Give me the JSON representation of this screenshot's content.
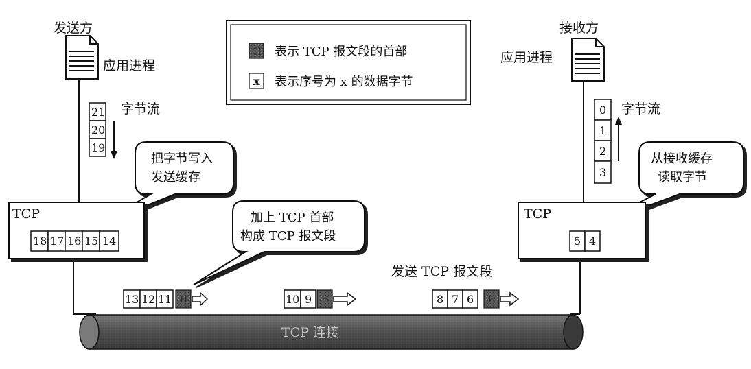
{
  "sender": {
    "title": "发送方",
    "process_label": "应用进程",
    "stream_label": "字节流",
    "stream_bytes": [
      "21",
      "20",
      "19"
    ],
    "bubble_lines": [
      "把字节写入",
      "发送缓存"
    ],
    "tcp_label": "TCP",
    "buffer_bytes": [
      "18",
      "17",
      "16",
      "15",
      "14"
    ]
  },
  "receiver": {
    "title": "接收方",
    "process_label": "应用进程",
    "stream_label": "字节流",
    "stream_bytes": [
      "0",
      "1",
      "2",
      "3"
    ],
    "bubble_lines": [
      "从接收缓存",
      "读取字节"
    ],
    "tcp_label": "TCP",
    "buffer_bytes": [
      "5",
      "4"
    ]
  },
  "legend": {
    "header_label": "表示 TCP 报文段的首部",
    "byte_symbol": "x",
    "byte_label": "表示序号为 x 的数据字节"
  },
  "header_symbol": "H",
  "segment_bubble_lines": [
    "加上 TCP 首部",
    "构成 TCP 报文段"
  ],
  "send_label": "发送 TCP 报文段",
  "segments": [
    [
      "13",
      "12",
      "11"
    ],
    [
      "10",
      "9"
    ],
    [
      "8",
      "7",
      "6"
    ]
  ],
  "connection_label": "TCP 连接",
  "colors": {
    "header_fill": "#5a5a5a",
    "pipe_fill": "#555555",
    "line": "#111111"
  }
}
